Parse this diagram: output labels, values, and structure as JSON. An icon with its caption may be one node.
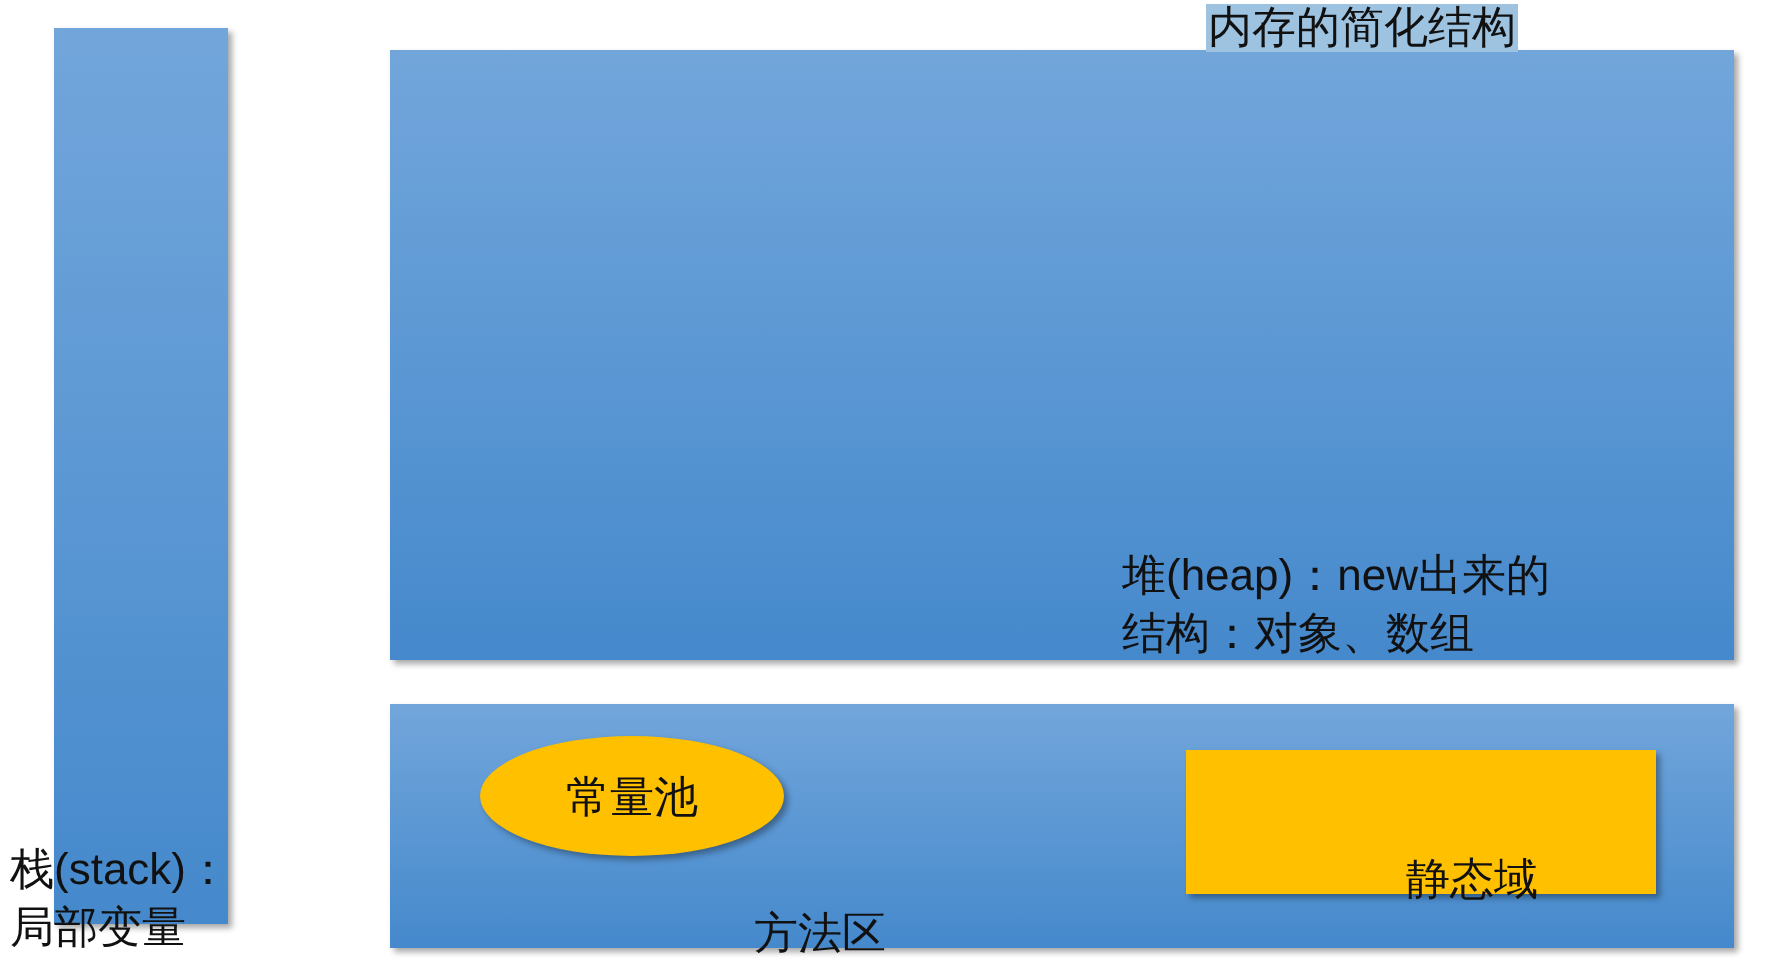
{
  "diagram": {
    "title": "内存的简化结构",
    "nodes": [
      {
        "text": [
          "栈(stack)：局部变量"
        ]
      },
      {
        "text": [
          "堆(heap)：new出来的结构：对象、数组"
        ]
      },
      {
        "text": [
          "方法区"
        ]
      },
      {
        "text": [
          "常量池"
        ],
        "in": 2
      },
      {
        "text": [
          "静态域"
        ],
        "in": 2
      }
    ]
  }
}
